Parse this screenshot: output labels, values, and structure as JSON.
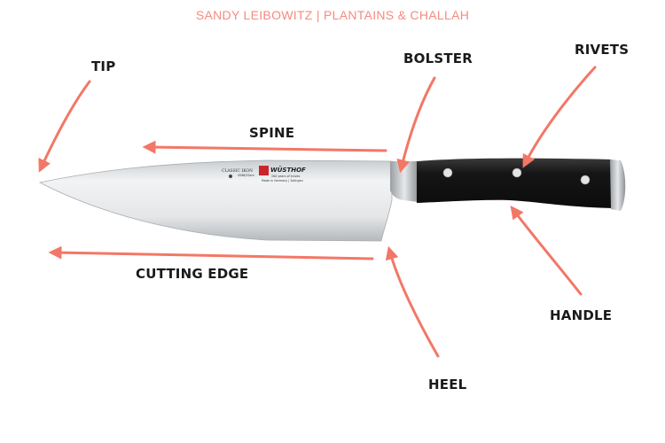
{
  "credit": "SANDY LEIBOWITZ | PLANTAINS & CHALLAH",
  "labels": {
    "tip": "TIP",
    "spine": "SPINE",
    "cutting_edge": "CUTTING EDGE",
    "bolster": "BOLSTER",
    "rivets": "RIVETS",
    "handle": "HANDLE",
    "heel": "HEEL"
  },
  "knife_logo": {
    "line": "CLASSIC IKON",
    "model": "4596/20cm",
    "brand": "WÜSTHOF",
    "tagline": "200 years of knives",
    "origin": "Made in Germany | Solingen"
  },
  "colors": {
    "arrow": "#f37766",
    "credit": "#f58b80",
    "handle": "#1c1c1c"
  }
}
